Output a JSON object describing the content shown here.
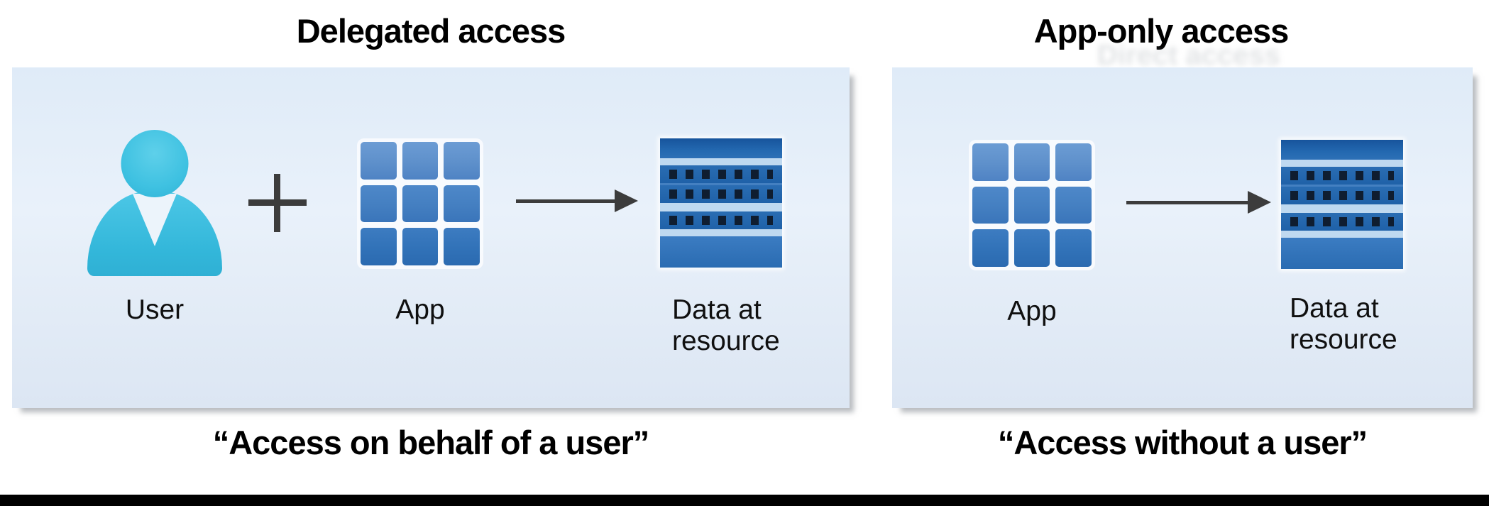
{
  "colors": {
    "panel_bg_top": "#dfebf8",
    "panel_bg_bottom": "#dce6f3",
    "user_icon": "#3ec1e1",
    "grid_row1": "#5e90cb",
    "grid_row2": "#447fc1",
    "grid_row3": "#3172b8",
    "data_stripe": "#bfd9f0",
    "data_dot": "#0f1d30",
    "arrow": "#3c3c3c",
    "bottom_bar": "#000000"
  },
  "left_panel": {
    "title": "Delegated access",
    "user_label": "User",
    "app_label": "App",
    "data_label_line1": "Data at",
    "data_label_line2": "resource",
    "caption": "“Access on behalf of a user”"
  },
  "right_panel": {
    "title": "App-only access",
    "app_label": "App",
    "data_label_line1": "Data at",
    "data_label_line2": "resource",
    "caption": "“Access without a user”"
  },
  "ghost_text": "Direct access"
}
